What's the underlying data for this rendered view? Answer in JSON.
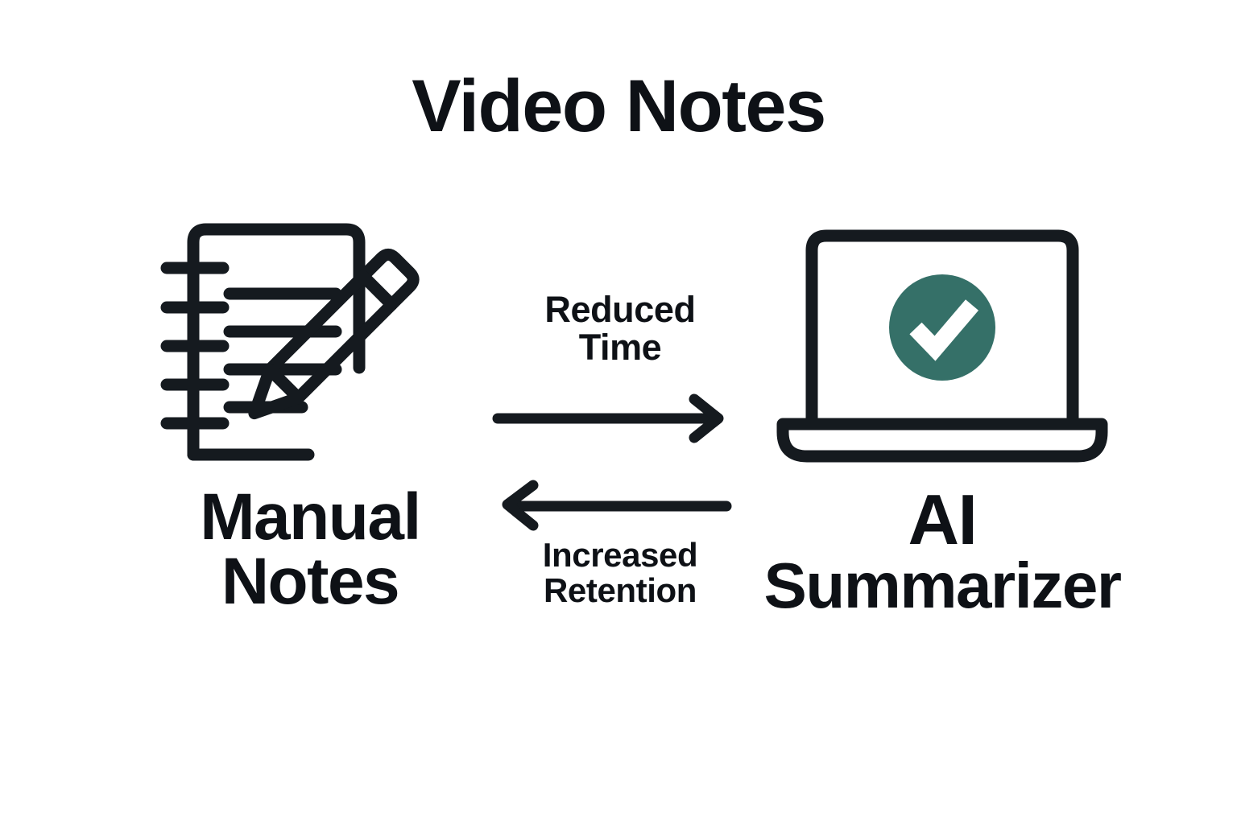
{
  "title": "Video Notes",
  "colors": {
    "ink": "#0e1116",
    "accent_teal": "#357068",
    "background": "#ffffff",
    "check_white": "#ffffff"
  },
  "nodes": [
    {
      "id": "manual-notes",
      "icon": "notepad-pencil-icon",
      "label_line1": "Manual",
      "label_line2": "Notes"
    },
    {
      "id": "ai-summarizer",
      "icon": "laptop-checkmark-icon",
      "label_line1": "AI",
      "label_line2": "Summarizer"
    }
  ],
  "connectors": [
    {
      "id": "reduced-time",
      "direction": "right",
      "label_line1": "Reduced",
      "label_line2": "Time",
      "label_position": "above"
    },
    {
      "id": "increased-retention",
      "direction": "left",
      "label_line1": "Increased",
      "label_line2": "Retention",
      "label_position": "below"
    }
  ],
  "chart_data": {
    "type": "diagram",
    "title": "Video Notes",
    "diagram_kind": "two-node-bidirectional-flow",
    "nodes": [
      {
        "name": "Manual Notes",
        "icon": "notepad-with-pencil",
        "position": "left"
      },
      {
        "name": "AI Summarizer",
        "icon": "laptop-with-green-checkmark",
        "position": "right"
      }
    ],
    "edges": [
      {
        "from": "Manual Notes",
        "to": "AI Summarizer",
        "label": "Reduced Time"
      },
      {
        "from": "AI Summarizer",
        "to": "Manual Notes",
        "label": "Increased Retention"
      }
    ]
  }
}
